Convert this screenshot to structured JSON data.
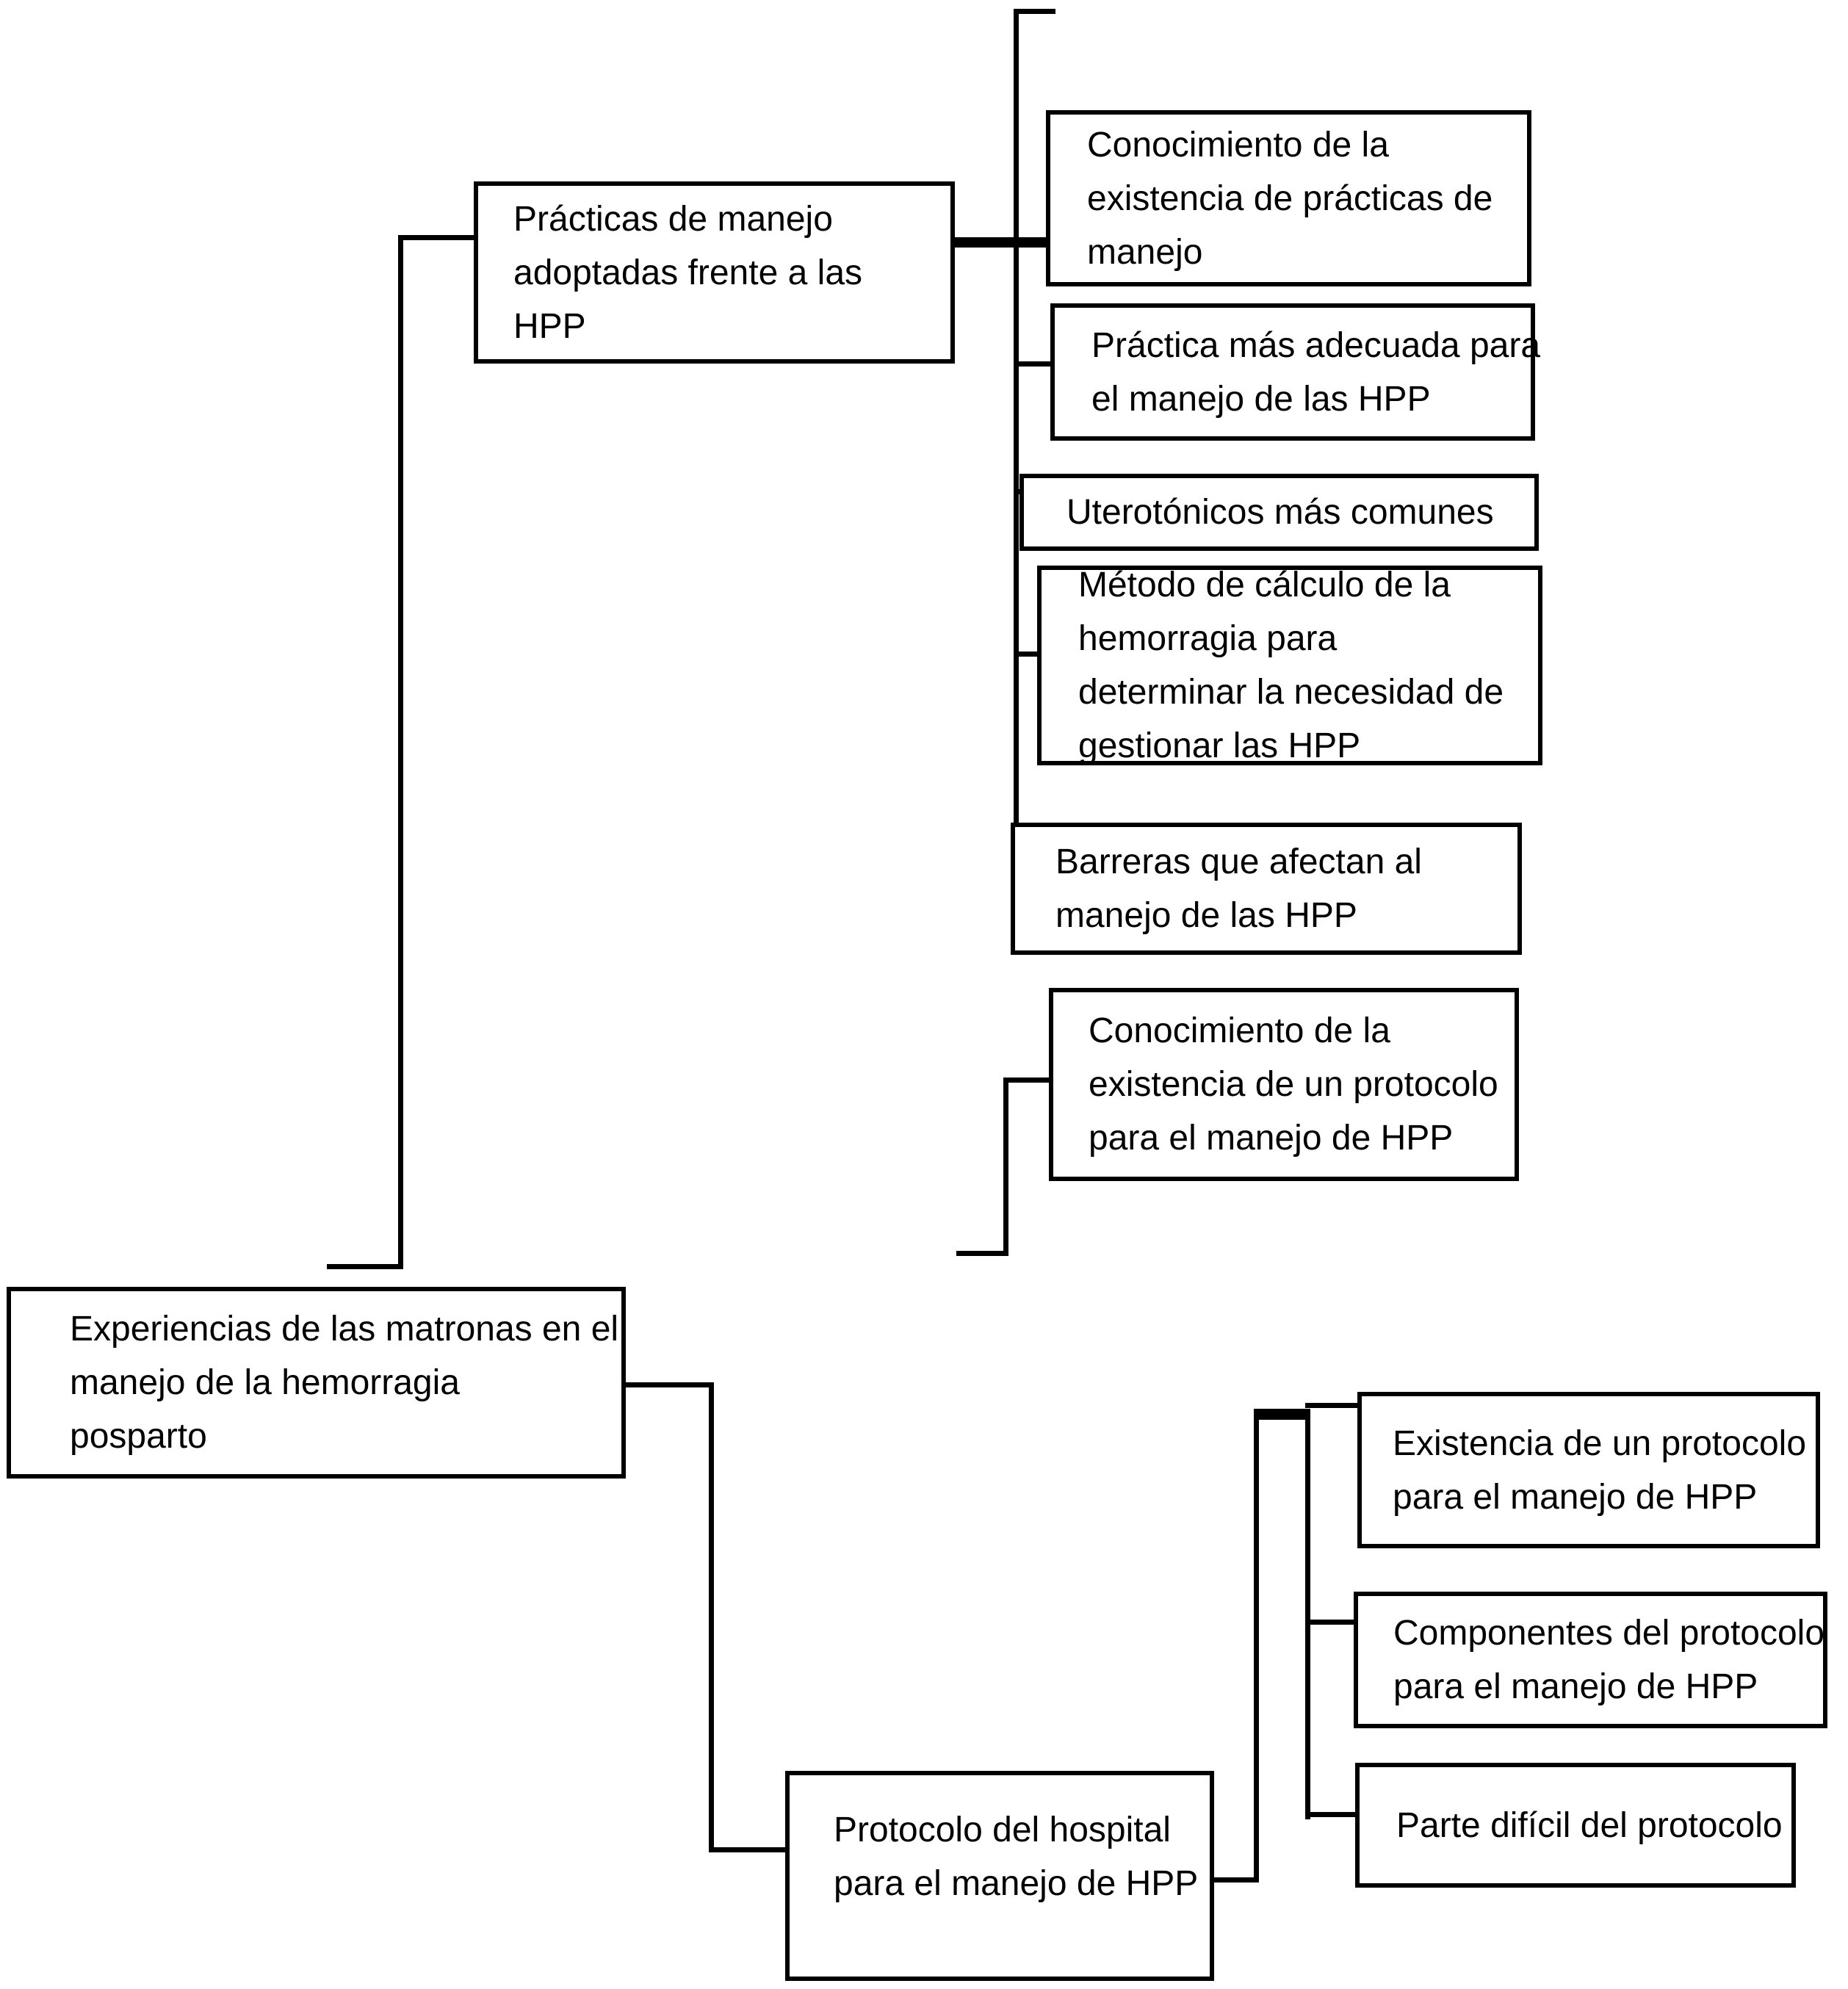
{
  "meta": {
    "type": "concept-map",
    "language": "es",
    "background_color": "#ffffff",
    "ink_color": "#000000"
  },
  "nodes": {
    "root": {
      "lines": [
        "Experiencias de las matronas en el",
        "manejo de la hemorragia",
        "posparto"
      ]
    },
    "practicas": {
      "lines": [
        "Prácticas de manejo",
        "adoptadas frente a las",
        "HPP"
      ]
    },
    "b1": {
      "lines": [
        "Conocimiento de la",
        "existencia de prácticas de",
        "manejo"
      ]
    },
    "b2": {
      "lines": [
        "Práctica más adecuada para",
        "el manejo de las HPP"
      ]
    },
    "b3": {
      "lines": [
        "Uterotónicos más comunes"
      ]
    },
    "b4": {
      "lines": [
        "Método de cálculo de la",
        "hemorragia para",
        "determinar la necesidad de",
        "gestionar las HPP"
      ]
    },
    "b5": {
      "lines": [
        "Barreras que afectan al",
        "manejo de las HPP"
      ]
    },
    "b6": {
      "lines": [
        "Conocimiento de la",
        "existencia de un protocolo",
        "para el manejo de HPP"
      ]
    },
    "protocolo": {
      "lines": [
        "Protocolo del hospital",
        "para el manejo de HPP"
      ]
    },
    "existencia": {
      "lines": [
        "Existencia de un protocolo",
        "para el manejo de HPP"
      ]
    },
    "componentes": {
      "lines": [
        "Componentes del protocolo",
        "para el manejo de HPP"
      ]
    },
    "parte": {
      "lines": [
        "Parte difícil del protocolo"
      ]
    }
  },
  "structure": {
    "root": [
      "practicas",
      "protocolo"
    ],
    "practicas": [
      "b1",
      "b2",
      "b3",
      "b4",
      "b5",
      "b6"
    ],
    "protocolo": [
      "existencia",
      "componentes",
      "parte"
    ]
  }
}
